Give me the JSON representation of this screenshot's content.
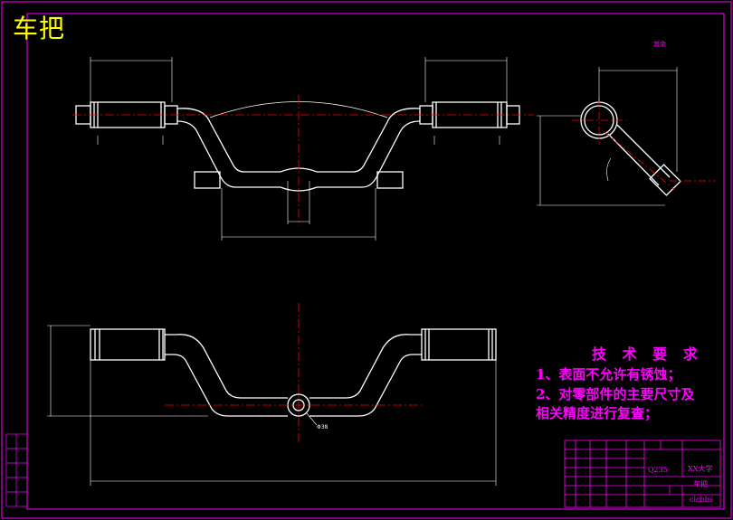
{
  "drawing": {
    "title": "车把",
    "tech_requirements": {
      "heading": "技 术 要 求",
      "items": [
        "1、表面不允许有锈蚀；",
        "2、对零部件的主要尺寸及",
        "相关精度进行复查；"
      ]
    },
    "roughness_note": "其余",
    "title_block": {
      "material": "Q235",
      "school": "XX大学",
      "part_name": "车把",
      "drawing_no": "clcbbs"
    },
    "dimensions": {
      "bottom_center_hole": "Φ38"
    }
  },
  "colors": {
    "background": "#000000",
    "frame": "#ff00ff",
    "part_outline": "#ffffff",
    "centerline": "#ff0000",
    "title": "#ffff00",
    "annotation": "#ff00ff"
  }
}
